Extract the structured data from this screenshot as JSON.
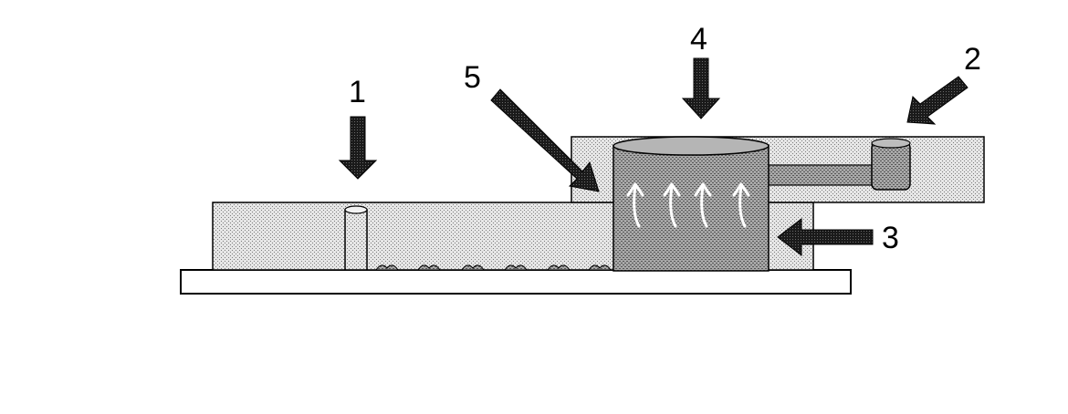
{
  "labels": {
    "one": "1",
    "two": "2",
    "three": "3",
    "four": "4",
    "five": "5"
  },
  "colors": {
    "outline": "#000000",
    "block_fill": "#d9d9d9",
    "chamber_fill": "#a6a6a6",
    "substrate_fill": "#ffffff",
    "flow_arrow": "#ffffff",
    "pointer_arrow": "#111111"
  }
}
